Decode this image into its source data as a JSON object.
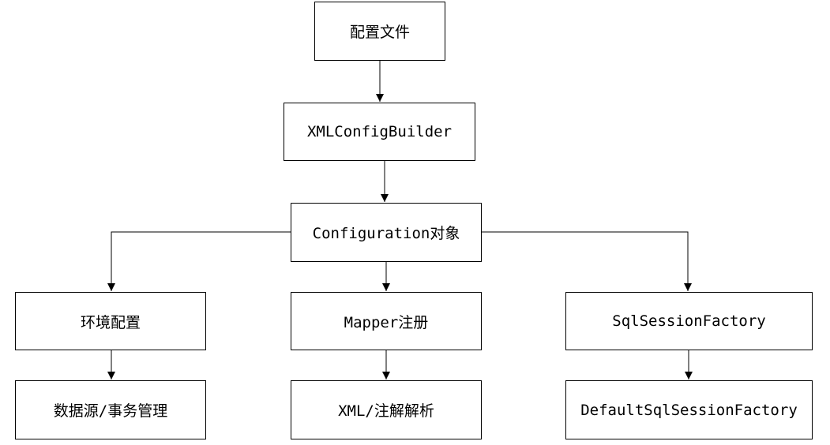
{
  "diagram": {
    "nodes": {
      "config_file": "配置文件",
      "xml_config_builder": "XMLConfigBuilder",
      "configuration": "Configuration对象",
      "environment": "环境配置",
      "mapper_registry": "Mapper注册",
      "sql_session_factory": "SqlSessionFactory",
      "datasource_tx": "数据源/事务管理",
      "xml_annotation_parse": "XML/注解解析",
      "default_sql_session_factory": "DefaultSqlSessionFactory"
    },
    "edges": [
      {
        "from": "config_file",
        "to": "xml_config_builder"
      },
      {
        "from": "xml_config_builder",
        "to": "configuration"
      },
      {
        "from": "configuration",
        "to": "environment"
      },
      {
        "from": "configuration",
        "to": "mapper_registry"
      },
      {
        "from": "configuration",
        "to": "sql_session_factory"
      },
      {
        "from": "environment",
        "to": "datasource_tx"
      },
      {
        "from": "mapper_registry",
        "to": "xml_annotation_parse"
      },
      {
        "from": "sql_session_factory",
        "to": "default_sql_session_factory"
      }
    ],
    "colors": {
      "line": "#000000",
      "box_border": "#000000",
      "background": "#ffffff",
      "text": "#000000"
    }
  }
}
